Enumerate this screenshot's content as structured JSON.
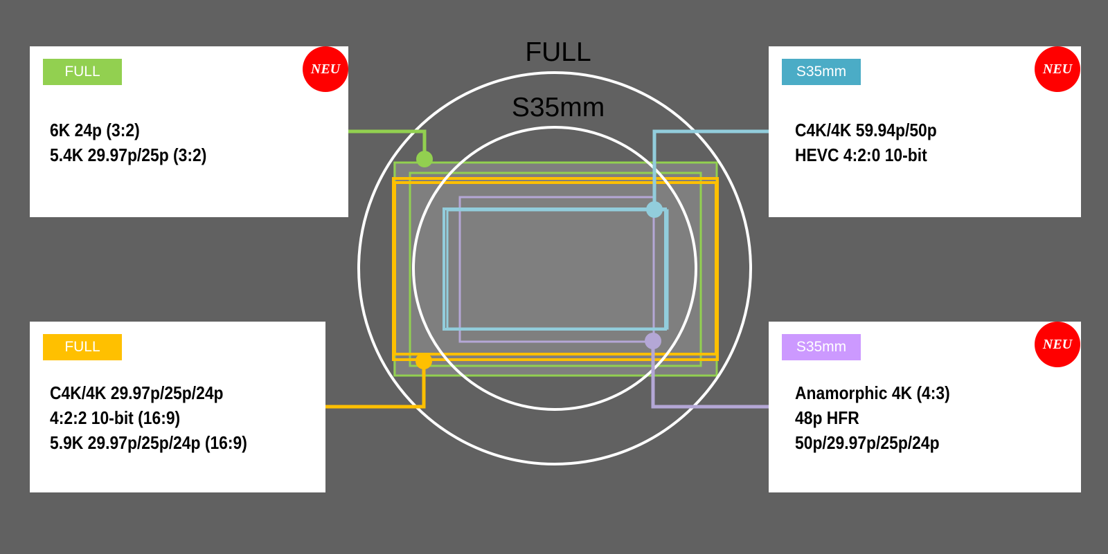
{
  "colors": {
    "background": "#616161",
    "sensor_fill": "#7f7f7f",
    "green": "#92d050",
    "yellow": "#ffc000",
    "blue": "#92cddc",
    "blue_tag": "#4bacc6",
    "purple": "#b4a7d6",
    "purple_tag": "#cc99ff",
    "badge": "#ff0000"
  },
  "labels": {
    "full": "FULL",
    "s35": "S35mm"
  },
  "cards": [
    {
      "id": "top-left",
      "tag": "FULL",
      "tag_color": "#92d050",
      "badge": "NEU",
      "lines": [
        "6K 24p (3:2)",
        "5.4K 29.97p/25p (3:2)"
      ]
    },
    {
      "id": "top-right",
      "tag": "S35mm",
      "tag_color": "#4bacc6",
      "badge": "NEU",
      "lines": [
        "C4K/4K 59.94p/50p",
        "HEVC 4:2:0 10-bit"
      ]
    },
    {
      "id": "bottom-left",
      "tag": "FULL",
      "tag_color": "#ffc000",
      "badge": null,
      "lines": [
        "C4K/4K 29.97p/25p/24p",
        "4:2:2 10-bit (16:9)",
        "5.9K 29.97p/25p/24p (16:9)"
      ]
    },
    {
      "id": "bottom-right",
      "tag": "S35mm",
      "tag_color": "#cc99ff",
      "badge": "NEU",
      "lines": [
        "Anamorphic 4K (4:3)",
        "48p HFR",
        "50p/29.97p/25p/24p"
      ]
    }
  ]
}
